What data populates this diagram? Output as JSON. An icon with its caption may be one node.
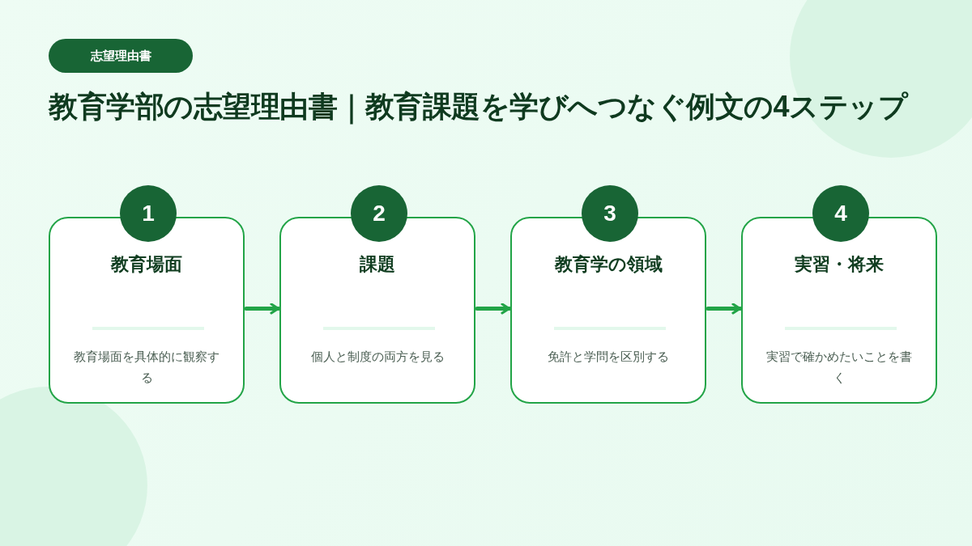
{
  "diagram": {
    "title": "教育学部の志望理由書｜教育課題を学びへつなぐ例文の4ステップ",
    "nodes": [
      {
        "text": [
          "1",
          "教育場面",
          "教育場面を具体的に観察する"
        ]
      },
      {
        "text": [
          "2",
          "課題",
          "個人と制度の両方を見る"
        ]
      },
      {
        "text": [
          "3",
          "教育学の領域",
          "免許と学問を区別する"
        ]
      },
      {
        "text": [
          "4",
          "実習・将来",
          "実習で確かめたいことを書く"
        ]
      }
    ],
    "edges": [
      {
        "from": 0,
        "to": 1,
        "arrow": "to"
      },
      {
        "from": 1,
        "to": 2,
        "arrow": "to"
      },
      {
        "from": 2,
        "to": 3,
        "arrow": "to"
      }
    ],
    "labels": [
      "志望理由書"
    ]
  }
}
